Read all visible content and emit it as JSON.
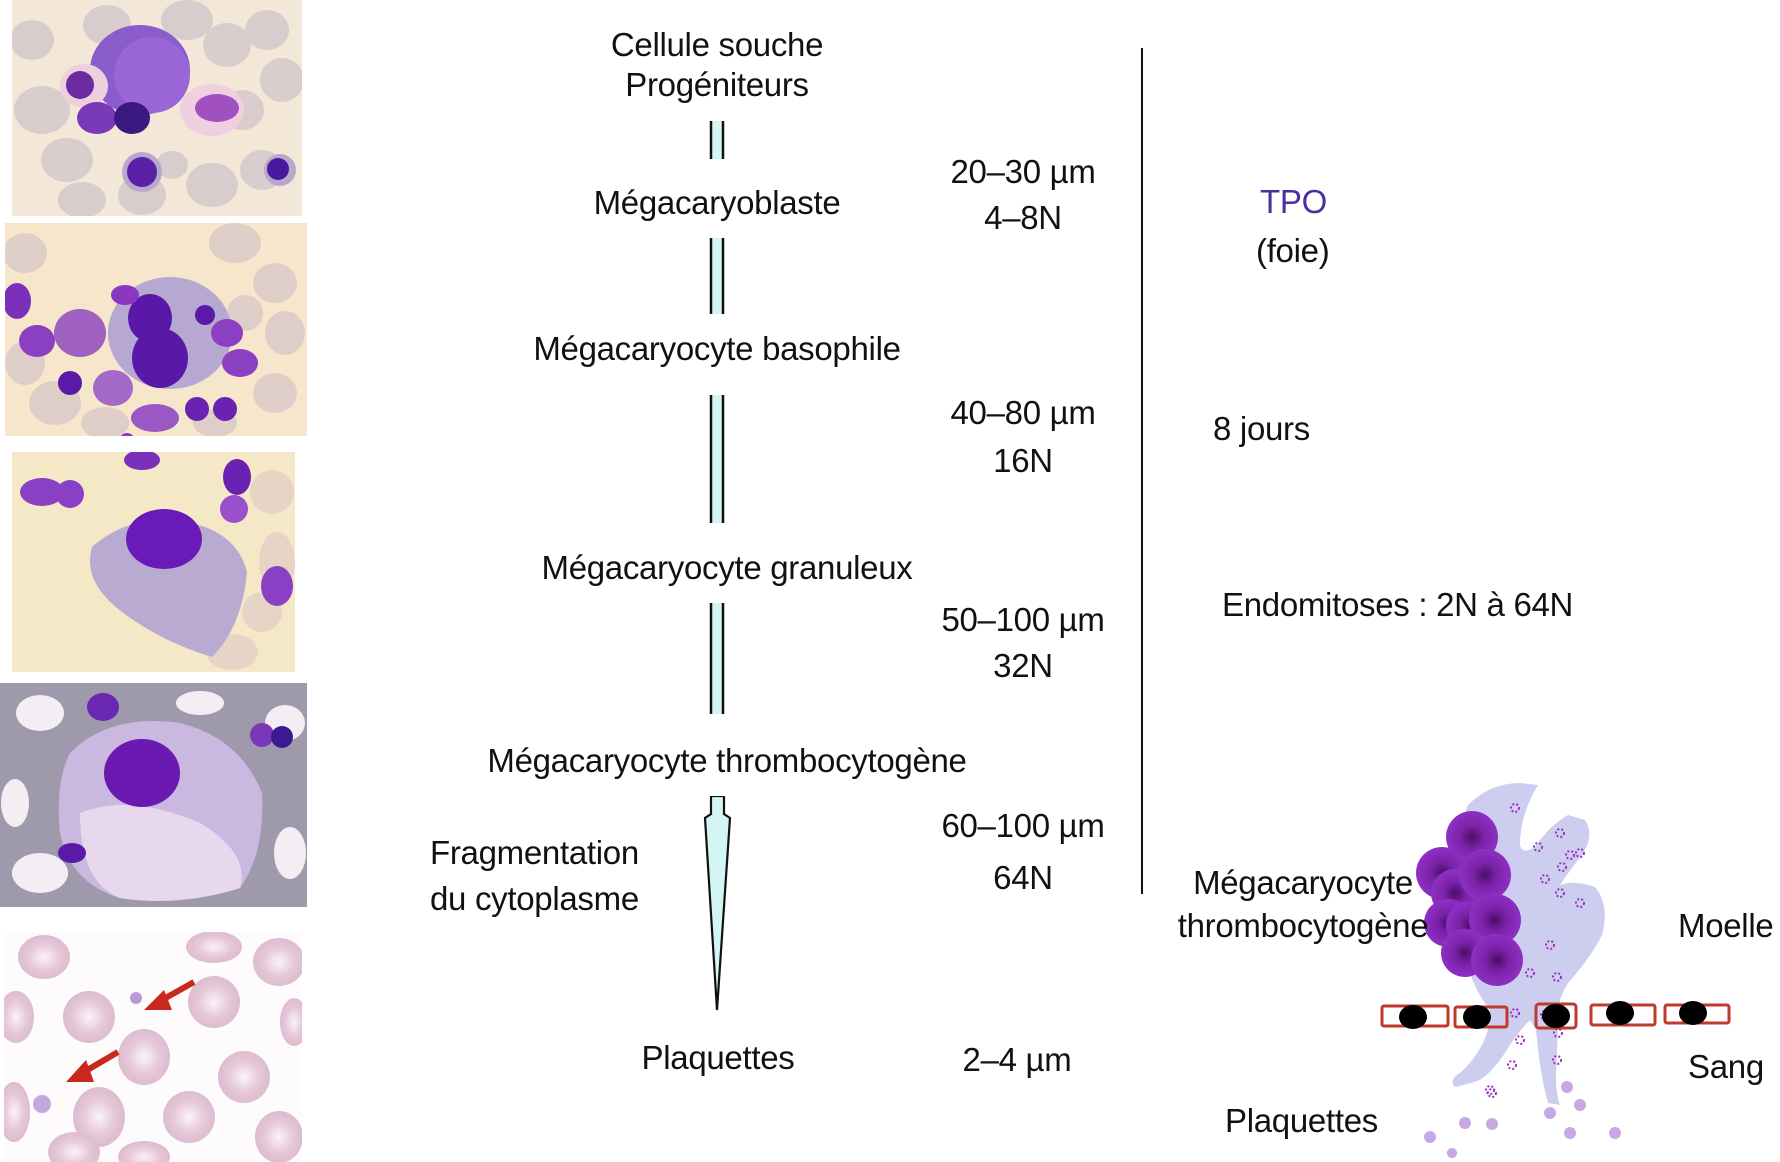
{
  "stages": [
    {
      "label_line1": "Cellule souche",
      "label_line2": "Progéniteurs"
    },
    {
      "label": "Mégacaryoblaste",
      "size": "20–30 µm",
      "ploidy": "4–8N"
    },
    {
      "label": "Mégacaryocyte basophile",
      "size": "40–80 µm",
      "ploidy": "16N"
    },
    {
      "label": "Mégacaryocyte granuleux",
      "size": "50–100 µm",
      "ploidy": "32N"
    },
    {
      "label": "Mégacaryocyte thrombocytogène",
      "size": "60–100 µm",
      "ploidy": "64N"
    },
    {
      "label": "Plaquettes",
      "size": "2–4 µm"
    }
  ],
  "fragmentation": {
    "line1": "Fragmentation",
    "line2": "du cytoplasme"
  },
  "regulation": {
    "tpo": "TPO",
    "tpo_source": "(foie)",
    "duration": "8 jours",
    "endomitoses": "Endomitoses : 2N à 64N"
  },
  "schema": {
    "cell_label_line1": "Mégacaryocyte",
    "cell_label_line2": "thrombocytogène",
    "marrow": "Moelle",
    "blood": "Sang",
    "platelets": "Plaquettes"
  },
  "micrographs": [
    {
      "name": "megakaryoblast-smear"
    },
    {
      "name": "basophilic-megakaryocyte-smear"
    },
    {
      "name": "granular-megakaryocyte-smear"
    },
    {
      "name": "thrombocytogenic-megakaryocyte-smear"
    },
    {
      "name": "blood-smear-platelets-arrows"
    }
  ],
  "colors": {
    "arrow_fill": "#d3f5f3",
    "tpo": "#4b2fa0",
    "nucleus": "#8a2cc0",
    "cytoplasm": "#cdcdf0",
    "endothelium": "#c0392b",
    "arrow_red": "#c8281e"
  }
}
